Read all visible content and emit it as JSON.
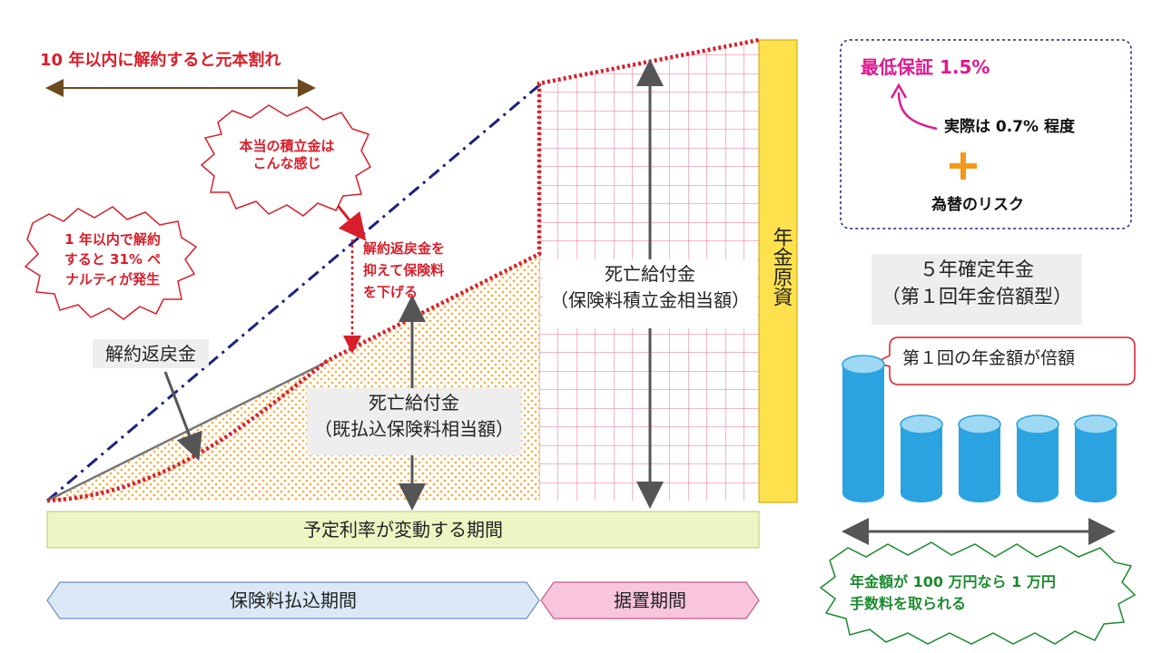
{
  "header_note": "10 年以内に解約すると元本割れ",
  "bubbles": {
    "true_savings": [
      "本当の積立金は",
      "こんな感じ"
    ],
    "penalty": [
      "1 年以内で解約",
      "すると 31% ペ",
      "ナルティが発生"
    ],
    "suppress": [
      "解約返戻金を",
      "抑えて保険料",
      "を下げる"
    ]
  },
  "labels": {
    "surrender_value": "解約返戻金",
    "death_benefit_paid": [
      "死亡給付金",
      "（既払込保険料相当額）"
    ],
    "death_benefit_accum": [
      "死亡給付金",
      "（保険料積立金相当額）"
    ],
    "pension_fund": "年金原資"
  },
  "bars": {
    "variable_rate_period": "予定利率が変動する期間",
    "premium_period": "保険料払込期間",
    "deferment_period": "据置期間"
  },
  "guarantee_box": {
    "min_guarantee": "最低保証 1.5%",
    "actual": "実際は 0.7% 程度",
    "plus": "＋",
    "fx_risk": "為替のリスク"
  },
  "annuity": {
    "title": [
      "５年確定年金",
      "（第１回年金倍額型）"
    ],
    "callout": "第１回の年金額が倍額",
    "fee_note": [
      "年金額が 100 万円なら 1 万円",
      "手数料を取られる"
    ]
  },
  "colors": {
    "red": "#d81e2a",
    "navy": "#1a237e",
    "gold": "#ffe14d",
    "cyan": "#2aa3e0",
    "green": "#1b8a2e",
    "pink": "#e0198c",
    "brown": "#6b4a1e"
  }
}
